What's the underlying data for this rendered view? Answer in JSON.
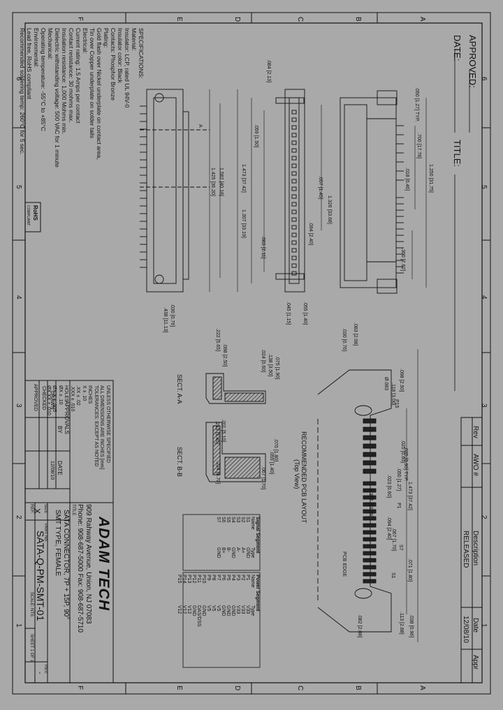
{
  "border": {
    "top_labels": [
      "A",
      "B",
      "C",
      "D",
      "E",
      "F"
    ],
    "side_numbers": [
      "6",
      "5",
      "4",
      "3",
      "2",
      "1"
    ]
  },
  "header": {
    "approved_label": "APPROVED:",
    "date_label": "DATE:",
    "title_label": "TITLE:"
  },
  "revision": {
    "columns": [
      "Rev",
      "AWO #",
      "Description",
      "Date",
      "Appr"
    ],
    "row": {
      "rev": "",
      "awo": "",
      "description": "RELEASED",
      "date": "12/08/10",
      "appr": ""
    }
  },
  "specifications": {
    "heading": "SPECIFICATIONS:",
    "lines": [
      "Material:",
      "Insulator: LCP, rated UL 94V-0",
      "Insulator color: Black",
      "Contacts: Phosphor Bronze",
      "Plating:",
      "Gold flash over Nickel underplate on contact area,",
      "Tin over Copper underplate on solder tails",
      "Electrical:",
      "Current rating: 1.5 Amps per contact",
      "Contact resistance: 30 mohms max.",
      "Insulation resistance: 1,000 Mohms min.",
      "Dielectric withstanding voltage: 500 VAC for 1 minute",
      "Mechanical:",
      "Operating temperature: -55°C to +85°C",
      "Environmental:",
      "Lead free, RoHS compliant",
      "Recommended soldering temp: 260°C for 5 sec."
    ],
    "rohs_badge": "RoHS",
    "rohs_sub": "COMPLIANT"
  },
  "dimensions": {
    "top": [
      "1.250 [31.75]",
      ".050 [1.27] TYP.",
      ".700 [17.78]",
      ".018 [0.46]",
      ".300 [7.62]"
    ],
    "front": [
      ".084 [2.13]",
      ".059 [1.50]",
      "1.473 [37.42]",
      "1.307 [33.19]",
      ".057 [1.45]",
      "1.326 [33.68]",
      ".094 [2.40]",
      ".083 [2.11]",
      ".045 [1.15]",
      ".055 [1.40]"
    ],
    "side": [
      "1.582 [40.18]",
      "1.425 [36.20]",
      ".030 [0.76]",
      ".438 [11.13]",
      "A"
    ],
    "pcb": [
      ".083 [2.08]",
      ".030 [0.76]",
      ".098 [2.50]",
      ".118 [3.00]",
      "Ø.083",
      "P15",
      ".025 [0.63]",
      ".035 [0.90] TYP.",
      ".050 [1.27]",
      ".023 [0.60]",
      "P1",
      "1.473 [37.42]",
      "1.307 [33.19]",
      ".094 [2.40]",
      ".067 [1.70]",
      "S7",
      "S1",
      ".071 [1.80]",
      ".038 [0.96]",
      ".082 [2.08]",
      ".113 [2.88]"
    ],
    "pcb_title": "RECOMMENDED PCB LAYOUT",
    "pcb_sub": "(Top View)",
    "pcb_edge": "PCB EDGE",
    "sect_a_title": "SECT. A-A",
    "sect_a": [
      ".222 [5.65]",
      ".098 [2.50]",
      ".138 [3.50]",
      ".075 [1.90]",
      ".024 [0.60]"
    ],
    "sect_b_title": "SECT. B-B",
    "sect_b": [
      ".201 [5.10]",
      ".213 [5.40]",
      ".070 [1.80]",
      ".055 [1.40]",
      ".067 [1.70]",
      ".224 [5.70]"
    ]
  },
  "signal_table": {
    "title": "Signal Segment",
    "headers": [
      "Name",
      "Type"
    ],
    "rows": [
      [
        "S1",
        "GND"
      ],
      [
        "S2",
        "A+"
      ],
      [
        "S3",
        "A-"
      ],
      [
        "S4",
        "GND"
      ],
      [
        "S5",
        "B-"
      ],
      [
        "S6",
        "B+"
      ],
      [
        "S7",
        "GND"
      ]
    ]
  },
  "power_table": {
    "title": "Power Segment",
    "headers": [
      "Name",
      "Type"
    ],
    "rows": [
      [
        "P1",
        "V33"
      ],
      [
        "P2",
        "V33"
      ],
      [
        "P3",
        "V33"
      ],
      [
        "P4",
        "GND"
      ],
      [
        "P5",
        "GND"
      ],
      [
        "P6",
        "GND"
      ],
      [
        "P7",
        "V5"
      ],
      [
        "P8",
        "V5"
      ],
      [
        "P9",
        "V5"
      ],
      [
        "P10",
        "GND"
      ],
      [
        "P11",
        "DAS/DSS"
      ],
      [
        "P12",
        "GND"
      ],
      [
        "P13",
        "V12"
      ],
      [
        "P14",
        "V12"
      ],
      [
        "P15",
        "V12"
      ]
    ]
  },
  "title_block": {
    "notes": [
      "UNLESS OTHERWISE SPECIFIED",
      "ALL DIMENSIONS ARE INCHES [mm]",
      "TOLERANCES: EXCEPT AS NOTED",
      "INCHES",
      "X     ± .10",
      ".XX   ± .02",
      ".XXX  ± .010",
      "HOLES",
      "ØX   ± .10",
      "ØX.X ± .005",
      "ØX.XX ± .010"
    ],
    "approvals_header": "APPROVALS",
    "approvals_cols": [
      "BY",
      "DATE"
    ],
    "drawn_label": "DRAWN",
    "drawn_date": "12/08/10",
    "checked_label": "CHECKED",
    "approved_label": "APPROVED",
    "company": "ADAM TECH",
    "address": "909 Rahway Avenue, Union, NJ 07083",
    "phone": "Phone: 908-687-5000 Fax: 908-687-5710",
    "title_label": "TITLE",
    "title_line1": "SATA CONNECTOR, 7P + 15P, 90°",
    "title_line2": "SMT TYPE, FEMALE",
    "size_label": "SIZE",
    "size_value": "X",
    "part_label": "PART No.",
    "part_no": "SATA-Q-PM-SMT-01",
    "rev_label": "REV.",
    "rev_value": "-",
    "rev_ref_label": "REF:",
    "scale": "SCALE: NTS",
    "sheet": "SHEET 1 OF 1"
  }
}
